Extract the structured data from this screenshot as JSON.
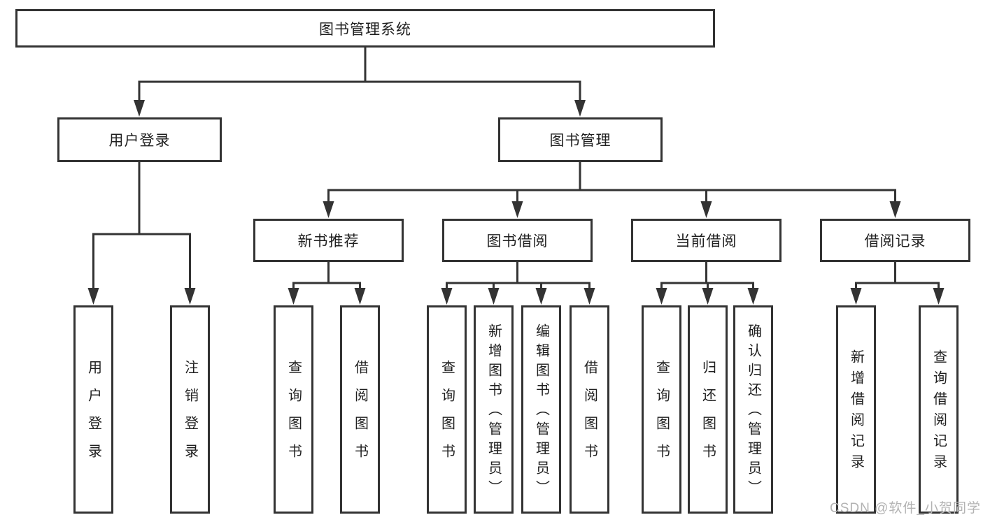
{
  "diagram": {
    "root": {
      "label": "图书管理系统"
    },
    "branches": [
      {
        "label": "用户登录",
        "leaves": [
          {
            "label": "用户登录"
          },
          {
            "label": "注销登录"
          }
        ]
      },
      {
        "label": "图书管理",
        "groups": [
          {
            "label": "新书推荐",
            "leaves": [
              {
                "label": "查询图书"
              },
              {
                "label": "借阅图书"
              }
            ]
          },
          {
            "label": "图书借阅",
            "leaves": [
              {
                "label": "查询图书"
              },
              {
                "label": "新增图书（管理员）"
              },
              {
                "label": "编辑图书（管理员）"
              },
              {
                "label": "借阅图书"
              }
            ]
          },
          {
            "label": "当前借阅",
            "leaves": [
              {
                "label": "查询图书"
              },
              {
                "label": "归还图书"
              },
              {
                "label": "确认归还（管理员）"
              }
            ]
          },
          {
            "label": "借阅记录",
            "leaves": [
              {
                "label": "新增借阅记录"
              },
              {
                "label": "查询借阅记录"
              }
            ]
          }
        ]
      }
    ]
  },
  "watermark": {
    "text": "CSDN @软件_小贺同学"
  },
  "colors": {
    "line": "#333333",
    "text": "#1f1f1f",
    "watermark": "#b3b3b3",
    "background": "#ffffff"
  }
}
